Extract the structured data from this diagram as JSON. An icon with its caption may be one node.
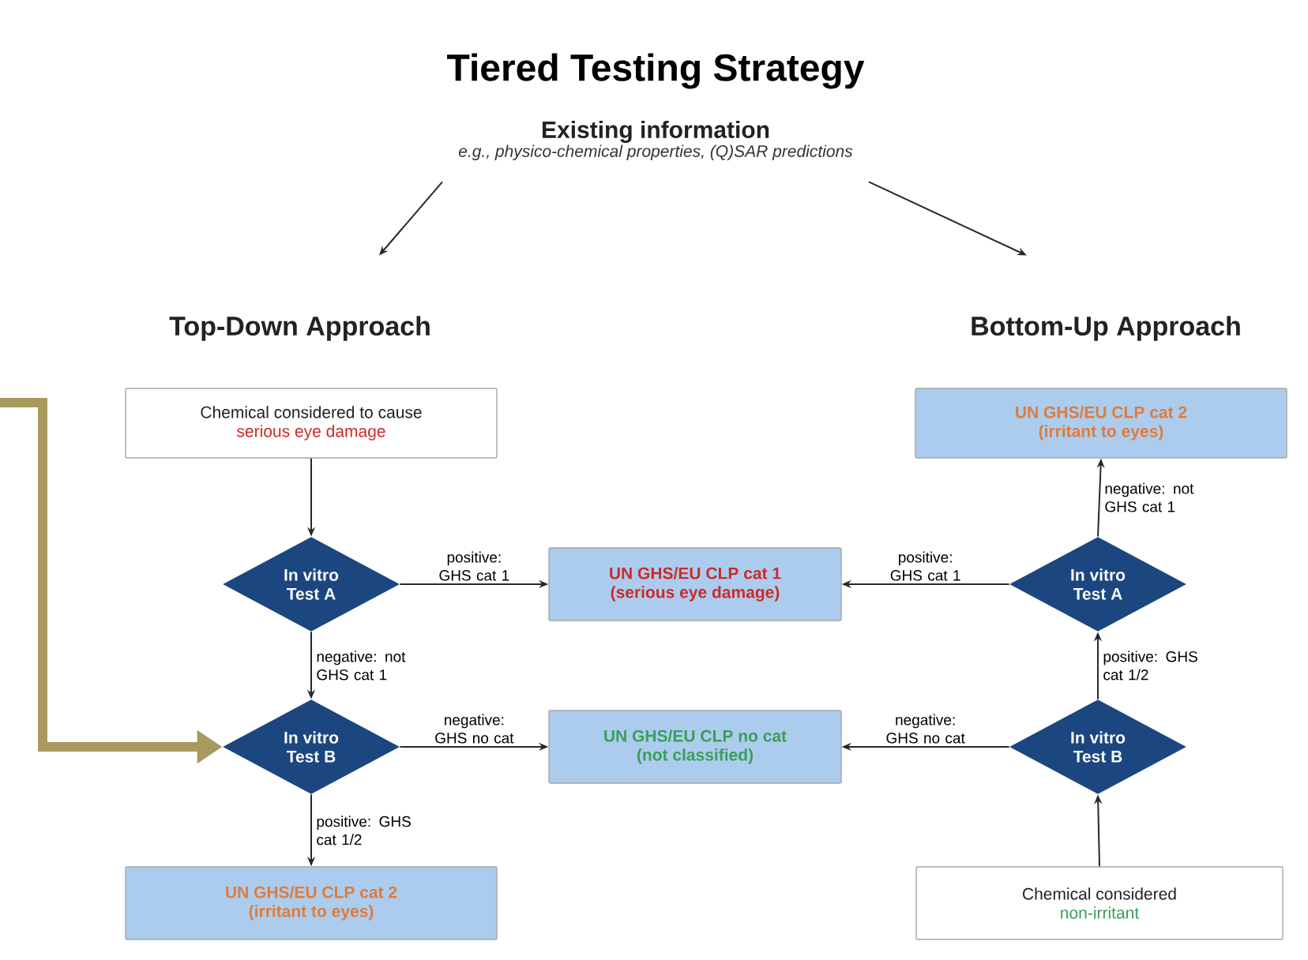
{
  "diagram": {
    "title": "Tiered Testing Strategy",
    "nodes": [
      {
        "text": [
          "Existing information",
          "e.g., physico-chemical properties, (Q)SAR predictions"
        ]
      },
      {
        "text": [
          "Top-Down Approach"
        ]
      },
      {
        "text": [
          "Bottom-Up Approach"
        ]
      },
      {
        "text": [
          "Chemical considered to cause",
          "serious eye damage"
        ]
      },
      {
        "text": [
          "UN GHS/EU CLP cat 2",
          "(irritant to eyes)"
        ]
      },
      {
        "text": [
          "In vitro Test A"
        ]
      },
      {
        "text": [
          "UN GHS/EU CLP cat 1",
          "(serious eye damage)"
        ]
      },
      {
        "text": [
          "In vitro Test A"
        ]
      },
      {
        "text": [
          "In vitro Test B"
        ]
      },
      {
        "text": [
          "UN GHS/EU CLP no cat",
          "(not classified)"
        ]
      },
      {
        "text": [
          "In vitro Test B"
        ]
      },
      {
        "text": [
          "UN GHS/EU CLP cat 2",
          "(irritant to eyes)"
        ]
      },
      {
        "text": [
          "Chemical considered",
          "non-irritant"
        ]
      }
    ],
    "edges": [
      {
        "from": 0,
        "to": 1,
        "arrow": "to"
      },
      {
        "from": 0,
        "to": 2,
        "arrow": "to"
      },
      {
        "from": 3,
        "to": 5,
        "arrow": "to"
      },
      {
        "from": 5,
        "to": 6,
        "arrow": "to",
        "label": "positive: GHS cat 1"
      },
      {
        "from": 5,
        "to": 8,
        "arrow": "to",
        "label": "negative: not GHS cat 1"
      },
      {
        "from": 8,
        "to": 9,
        "arrow": "to",
        "label": "negative: GHS no cat"
      },
      {
        "from": 8,
        "to": 11,
        "arrow": "to",
        "label": "positive: GHS cat 1/2"
      },
      {
        "from": 7,
        "to": 6,
        "arrow": "to",
        "label": "positive: GHS cat 1"
      },
      {
        "from": 7,
        "to": 4,
        "arrow": "to",
        "label": "negative: not GHS cat 1"
      },
      {
        "from": 10,
        "to": 7,
        "arrow": "to",
        "label": "positive: GHS cat 1/2"
      },
      {
        "from": 10,
        "to": 9,
        "arrow": "to",
        "label": "negative: GHS no cat"
      },
      {
        "from": 12,
        "to": 10,
        "arrow": "to"
      },
      {
        "from": null,
        "to": 8,
        "arrow": "to",
        "style": "thick",
        "color": "#a89a5f"
      }
    ]
  }
}
